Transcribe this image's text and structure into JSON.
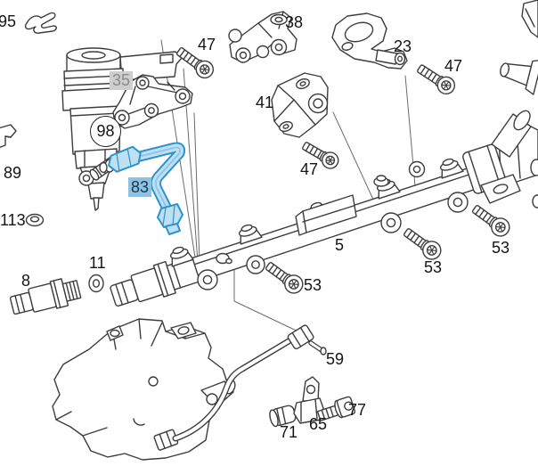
{
  "labels": {
    "l95": "95",
    "l89": "89",
    "l113": "113",
    "l98": "98",
    "l35": "35",
    "l47a": "47",
    "l38": "38",
    "l41": "41",
    "l23": "23",
    "l47b": "47",
    "l47c": "47",
    "l83": "83",
    "l5": "5",
    "l53a": "53",
    "l53b": "53",
    "l53c": "53",
    "l8": "8",
    "l11": "11",
    "l59": "59",
    "l71": "71",
    "l65": "65",
    "l77": "77"
  },
  "highlight": {
    "selected_part_fill": "#bfdff2",
    "selected_part_stroke": "#2e93cc",
    "selected_label_bg": "#8fc2e0",
    "muted_label_bg": "#cecece",
    "muted_label_text": "#8a8a8a",
    "line_color": "#3d3d3d"
  }
}
